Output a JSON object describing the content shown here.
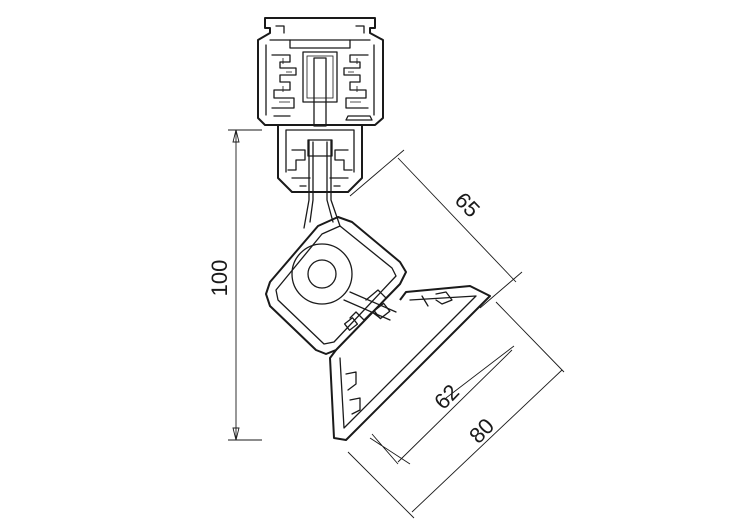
{
  "dimensions": {
    "height_label": "100",
    "top_length_label": "65",
    "reflector_inner_label": "62",
    "reflector_outer_label": "80"
  }
}
